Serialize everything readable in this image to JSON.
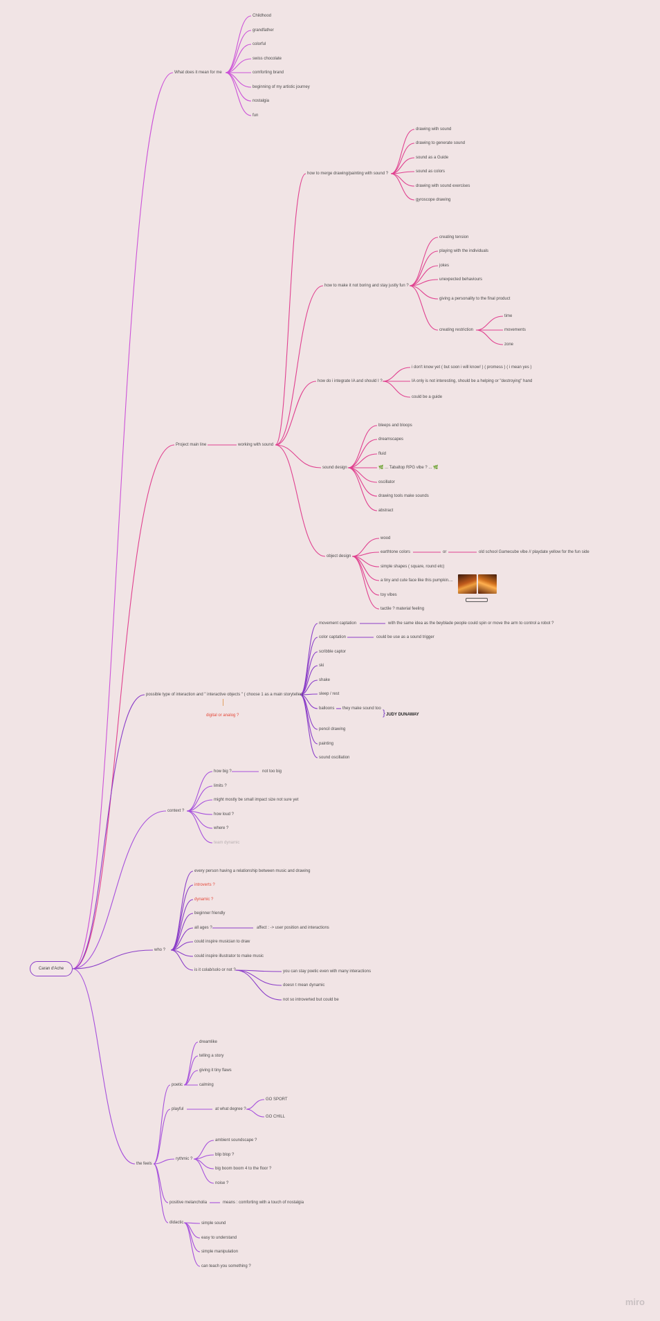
{
  "root": "Caran d'Ache",
  "branches": [
    {
      "id": "meaning",
      "label": "What does it mean for me",
      "items": [
        "Childhood",
        "grandfather",
        "colorful",
        "swiss chocolate",
        "comforting brand",
        "beginning of my artistic journey",
        "nostalgia",
        "fun"
      ]
    },
    {
      "id": "project",
      "label": "Project main line",
      "child": "working with sound",
      "groups": [
        {
          "id": "merge",
          "label": "how to merge drawing/painting with sound ?",
          "items": [
            "drawing with sound",
            "drawing to generate sound",
            "sound as a Guide",
            "sound as colors",
            "drawing with sound exercises",
            "gyroscope drawing"
          ]
        },
        {
          "id": "fun",
          "label": "how to make it not boring and stay justly fun ?",
          "items": [
            "creating tension",
            "playing with the individuals",
            "jokes",
            "unexpected behaviours",
            "giving a personality to the final product"
          ],
          "restriction": {
            "label": "creating restriction",
            "items": [
              "time",
              "movements",
              "zone"
            ]
          }
        },
        {
          "id": "ia",
          "label": "how do i integrate IA and should I ?",
          "items": [
            "i don't know yet ( but soon i will know! ) ( promess ) ( i mean yes )",
            "IA only is not interesting, should be a helping or \"destroying\" hand",
            "could be a guide"
          ]
        },
        {
          "id": "sounddesign",
          "label": "sound design",
          "items": [
            "bleeps and bloops",
            "dreamscapes",
            "fluid",
            "🌿 ... Tabaltop RPG vibe ? ... 🌿",
            "oscillator",
            "drawing tools make sounds",
            "abstract"
          ]
        },
        {
          "id": "objectdesign",
          "label": "object design",
          "items": [
            "wood",
            "earthtone colors",
            "simple shapes ( square, round etc)",
            "a tiny and cute face like this pumpkin....",
            "toy vibes",
            "tactile ? material feeling"
          ],
          "colors_or": "or",
          "colors_alt": "old school Gamecube vibe // playdate yellow for the fun side"
        }
      ]
    },
    {
      "id": "interaction",
      "label": "possible type of interaction and \" interactive objects \" ( choose 1 as a main storyteller)",
      "note": "digital or analog ?",
      "items": [
        "movement captation",
        "color captation",
        "scribble captor",
        "ski",
        "shake",
        "sleep / rest",
        "balloons",
        "pencil drawing",
        "painting",
        "sound oscillation"
      ],
      "movement_detail": "with the same idea as the beyblade people could spin or move the arm to control a robot ?",
      "color_detail": "could be use as a sound trigger",
      "balloons_detail": "they make sound too",
      "balloons_ref": "JUDY DUNAWAY"
    },
    {
      "id": "context",
      "label": "context ?",
      "items": [
        "how big ?",
        "limits ?",
        "might mostly be small impact size not sure yet",
        "how loud ?",
        "where ?",
        "team dynamic"
      ],
      "big_detail": "not too big"
    },
    {
      "id": "who",
      "label": "who ?",
      "items": [
        "every person having a relationship between music and drawing",
        "introverts ?",
        "dynamic ?",
        "beginner friendly",
        "all ages ?",
        "could inspire musician to draw",
        "could inspire illustrator to make music",
        "is it colab/solo or not ?"
      ],
      "ages_detail": "affect : -> user position and interactions",
      "colab_items": [
        "you can stay poetic even with many interactions",
        "doesn t mean dynamic",
        "not so introverted but could be"
      ]
    },
    {
      "id": "feels",
      "label": "the feels",
      "poetic": {
        "label": "poetic",
        "items": [
          "dreamlike",
          "telling a story",
          "giving it tiny flaws",
          "calming"
        ]
      },
      "playful": {
        "label": "playful",
        "degree": "at what degree ?",
        "items": [
          "GO SPORT",
          "GO CHILL"
        ]
      },
      "rythmic": {
        "label": "rythmic ?",
        "items": [
          "ambient soundscape ?",
          "blip blop ?",
          "big boom boom 4 to the floor ?",
          "noise ?"
        ]
      },
      "melancholia": {
        "label": "positive melancholia",
        "detail": "means : comforting with a touch of nostalgia"
      },
      "didactic": {
        "label": "didactic",
        "items": [
          "simple sound",
          "easy to understand",
          "simple manipulation",
          "can teach you something ?"
        ]
      }
    }
  ],
  "logo": "miro",
  "colors": {
    "pink": "#e0408f",
    "magenta": "#cc52d8",
    "purple": "#8a3cc8",
    "violet": "#a64fdc",
    "highlight": "#e4493a",
    "background": "#f1e4e5"
  }
}
